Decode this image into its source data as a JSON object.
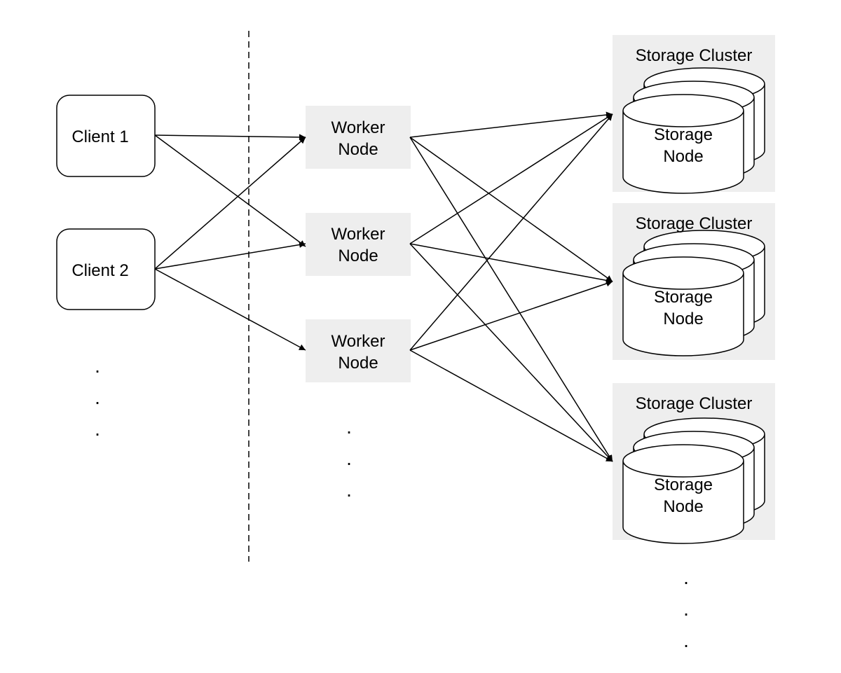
{
  "clients": [
    {
      "label": "Client 1"
    },
    {
      "label": "Client 2"
    }
  ],
  "workers": [
    {
      "line1": "Worker",
      "line2": "Node"
    },
    {
      "line1": "Worker",
      "line2": "Node"
    },
    {
      "line1": "Worker",
      "line2": "Node"
    }
  ],
  "clusters": [
    {
      "title": "Storage Cluster",
      "line1": "Storage",
      "line2": "Node"
    },
    {
      "title": "Storage Cluster",
      "line1": "Storage",
      "line2": "Node"
    },
    {
      "title": "Storage Cluster",
      "line1": "Storage",
      "line2": "Node"
    }
  ],
  "ellipsis": ".",
  "colors": {
    "panel": "#eeeeee",
    "stroke": "#000000",
    "background": "#ffffff"
  }
}
